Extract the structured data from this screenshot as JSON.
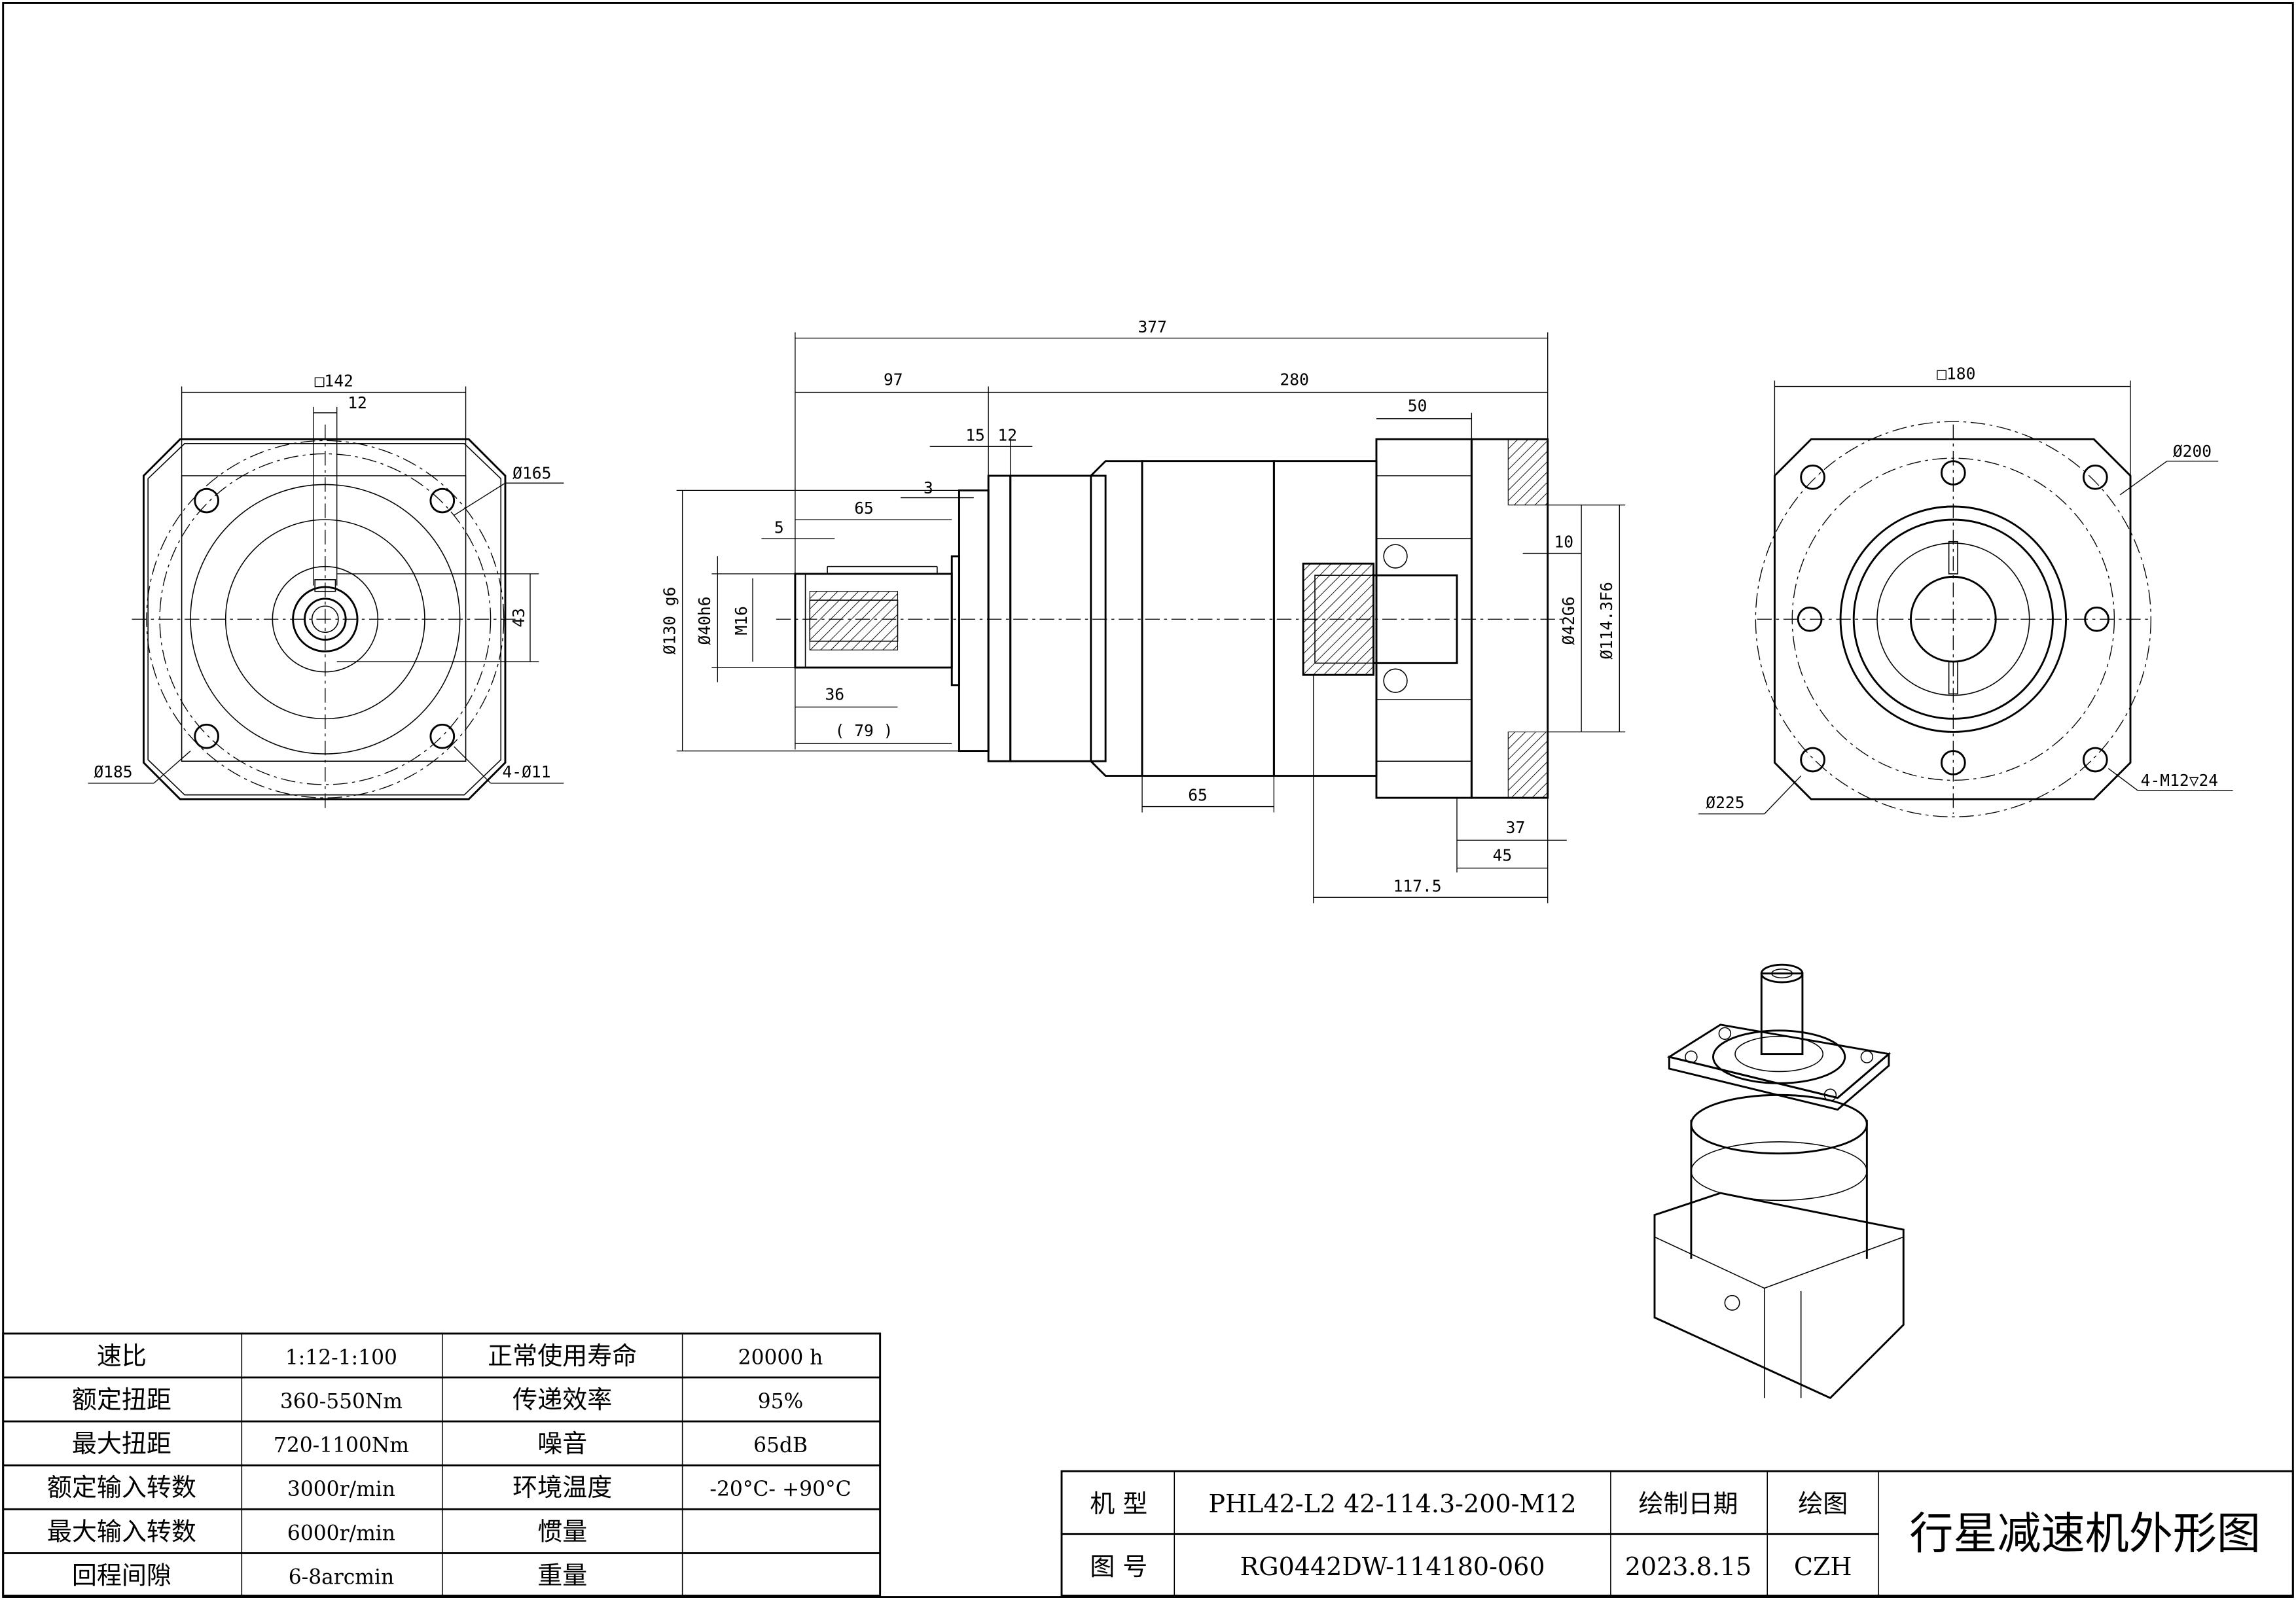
{
  "front_view": {
    "square": "□142",
    "key": "12",
    "bolt_circle": "Ø165",
    "pilot": "43",
    "outer": "Ø185",
    "holes": "4-Ø11"
  },
  "side_view": {
    "total": "377",
    "input_len": "97",
    "body_len": "280",
    "flange_len": "50",
    "d15": "15",
    "d12": "12",
    "d3": "3",
    "d65": "65",
    "d5": "5",
    "pilot": "Ø130 g6",
    "shaft": "Ø40h6",
    "thread": "M16",
    "d36": "36",
    "d79": "( 79 )",
    "d10": "10",
    "bore": "Ø42G6",
    "out_pilot": "Ø114.3F6",
    "body65": "65",
    "d37": "37",
    "d45": "45",
    "d117": "117.5"
  },
  "rear_view": {
    "square": "□180",
    "bolt_circle": "Ø200",
    "outer": "Ø225",
    "holes": "4-M12▽24"
  },
  "spec_table": [
    [
      "速比",
      "1:12-1:100",
      "正常使用寿命",
      "20000 h"
    ],
    [
      "额定扭距",
      "360-550Nm",
      "传递效率",
      "95%"
    ],
    [
      "最大扭距",
      "720-1100Nm",
      "噪音",
      "65dB"
    ],
    [
      "额定输入转数",
      "3000r/min",
      "环境温度",
      "-20°C- +90°C"
    ],
    [
      "最大输入转数",
      "6000r/min",
      "惯量",
      ""
    ],
    [
      "回程间隙",
      "6-8arcmin",
      "重量",
      ""
    ]
  ],
  "title_block": {
    "model_label": "机 型",
    "model": "PHL42-L2 42-114.3-200-M12",
    "date_label": "绘制日期",
    "drawer_label": "绘图",
    "drawing_no_label": "图 号",
    "drawing_no": "RG0442DW-114180-060",
    "date": "2023.8.15",
    "drawer": "CZH",
    "title": "行星减速机外形图"
  }
}
